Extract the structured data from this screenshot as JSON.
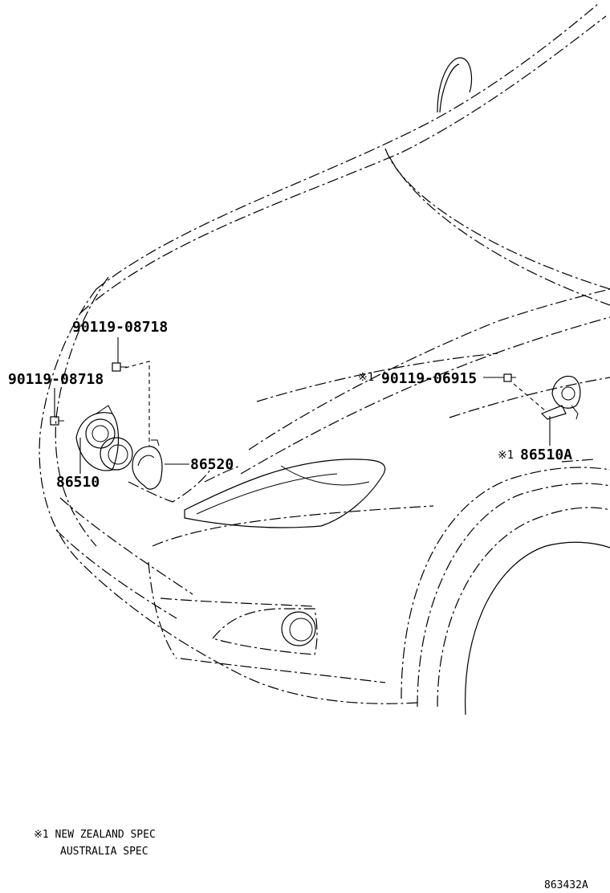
{
  "labels": {
    "bolt_a": "90119-08718",
    "bolt_b": "90119-08718",
    "bolt_c": "90119-06915",
    "horn_low": "86510",
    "horn_high": "86520",
    "horn_alt": "86510A",
    "ref_mark_1": "※1",
    "ref_mark_2": "※1"
  },
  "notes": {
    "line1": "※1 NEW ZEALAND SPEC",
    "line2": "AUSTRALIA SPEC"
  },
  "illustration_code": "863432A"
}
